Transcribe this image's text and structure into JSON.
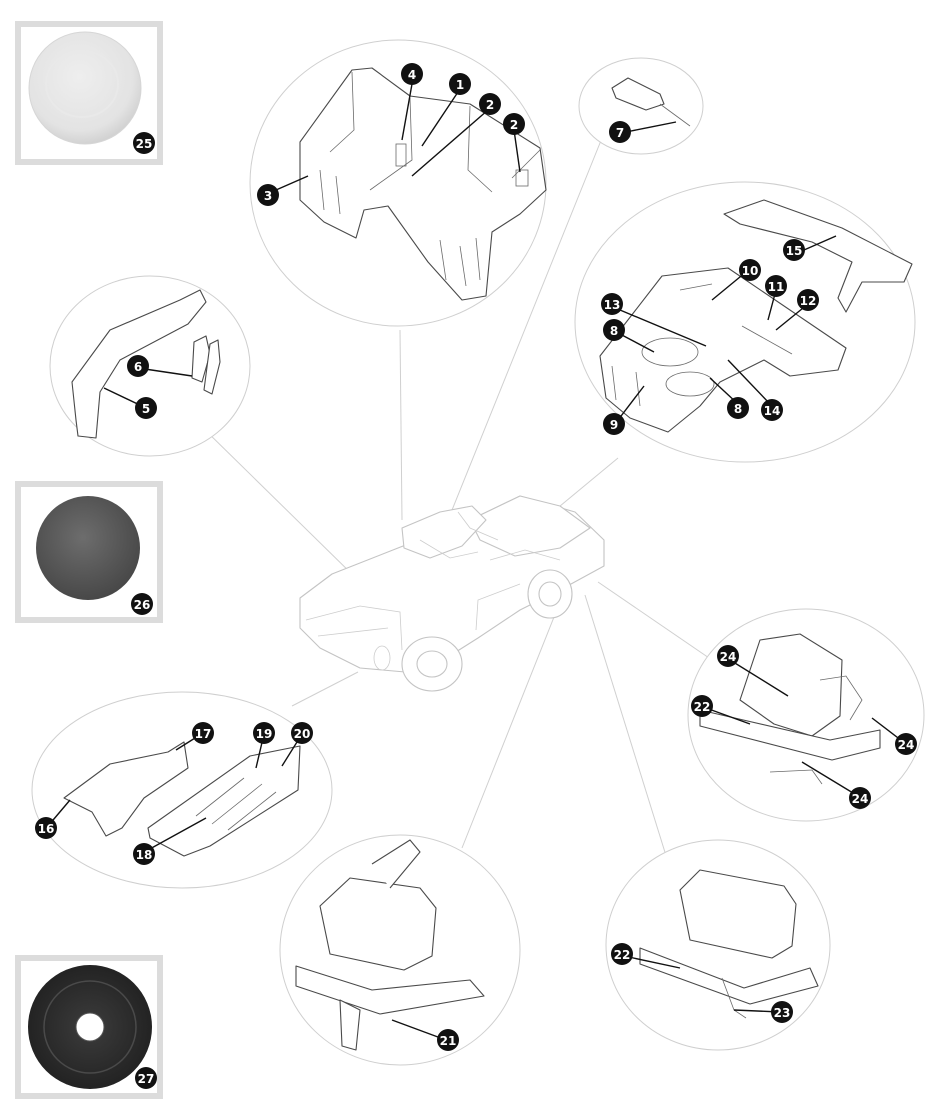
{
  "callouts": [
    "25",
    "4",
    "1",
    "2",
    "2",
    "3",
    "7",
    "15",
    "10",
    "11",
    "12",
    "13",
    "8",
    "8",
    "14",
    "9",
    "6",
    "5",
    "26",
    "24",
    "22",
    "24",
    "24",
    "17",
    "19",
    "20",
    "16",
    "18",
    "21",
    "22",
    "23",
    "27"
  ],
  "colors": {
    "callout_fill": "#111111",
    "callout_text": "#ffffff",
    "detail_circle_stroke": "#cfcfcf",
    "leader_line": "#d0d0d0",
    "sample_frame": "#dcdcdc",
    "swatch_25": "#e6e6e6",
    "swatch_26": "#5c5c5c",
    "swatch_27": "#2f2f2f"
  },
  "swatches": [
    {
      "label_ref": 0,
      "finish": "light-grey-plug"
    },
    {
      "label_ref": 18,
      "finish": "grey-plug"
    },
    {
      "label_ref": 31,
      "finish": "black-grommet"
    }
  ]
}
